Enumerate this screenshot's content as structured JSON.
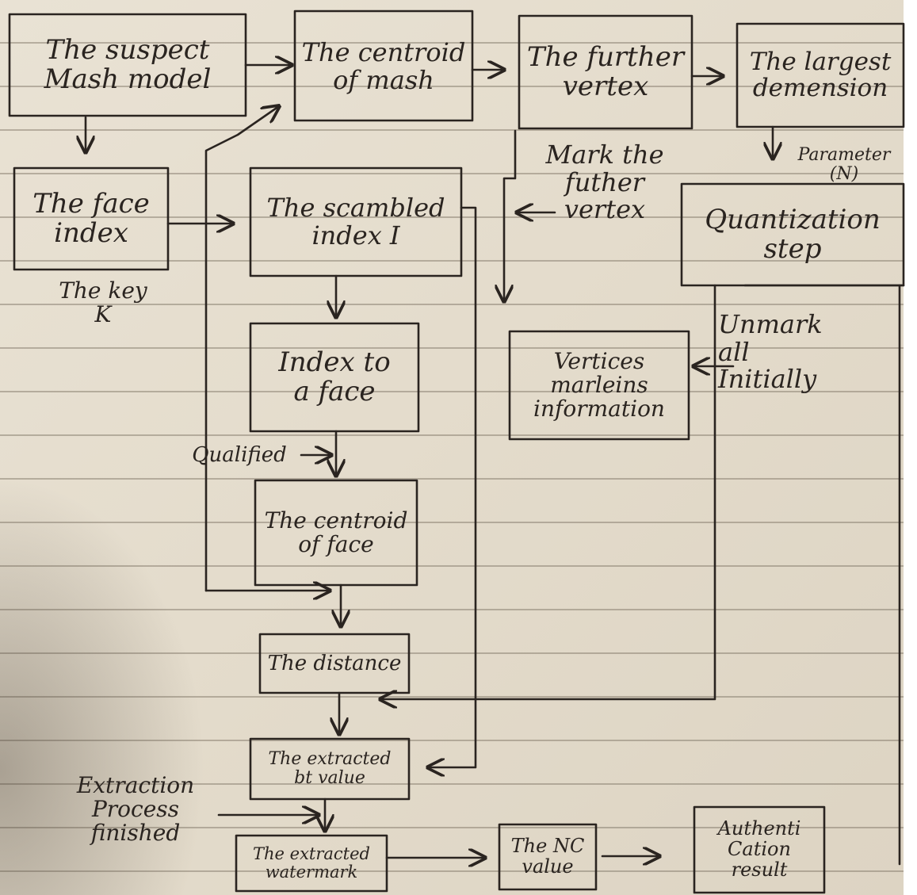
{
  "nodes": {
    "suspect_model": "The suspect\nMash model",
    "centroid_mesh": "The centroid\nof mash",
    "further_vertex": "The further\nvertex",
    "largest_dimension": "The largest\ndemension",
    "face_index": "The face\nindex",
    "scrambled_index": "The scambled\nindex I",
    "quantization_step": "Quantization\nstep",
    "index_to_face": "Index to\na face",
    "vertices_marking": "Vertices\nmarleins\ninformation",
    "centroid_face": "The centroid\nof face",
    "distance": "The distance",
    "extracted_bit": "The extracted\nbt value",
    "extracted_watermark": "The extracted\nwatermark",
    "nc_value": "The NC\nvalue",
    "authentication": "Authenti\nCation\nresult"
  },
  "labels": {
    "key": "The key\nK",
    "mark_further": "Mark the\nfuther\nvertex",
    "parameter": "Parameter\n(N)",
    "unmark": "Unmark\nall\nInitially",
    "qualified": "Qualified",
    "extraction_finished": "Extraction\nProcess\nfinished"
  },
  "colors": {
    "ink": "#2a2420",
    "paper": "#e6dfd0"
  }
}
